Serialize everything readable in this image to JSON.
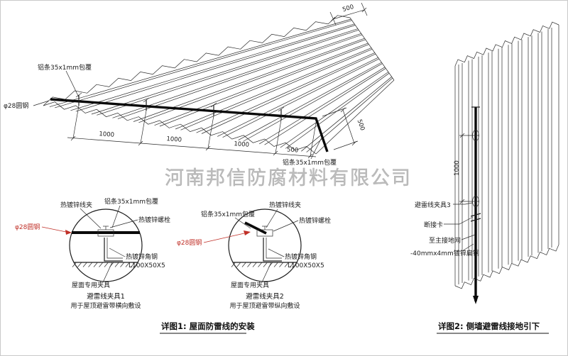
{
  "watermark": "河南邦信防腐材料有限公司",
  "roof_view": {
    "label_al_strip_top": "铝条35x1mm包覆",
    "label_al_strip_right": "铝条35x1mm包覆",
    "label_round_steel": "φ28圆钢",
    "dim_1000": "1000",
    "dim_500": "500"
  },
  "detail1": {
    "title": "避雷线夹具1",
    "subtitle": "用于屋顶避雷带横向敷设",
    "label_wire_clip": "热镀锌线夹",
    "label_al_strip": "铝条35x1mm包覆",
    "label_bolt": "热镀锌螺栓",
    "label_round_steel": "φ28圆钢",
    "label_angle_steel": "热镀锌角钢",
    "label_angle_spec": "L100X50X5",
    "label_roof_clamp": "屋面专用夹具"
  },
  "detail2": {
    "title": "避雷线夹具2",
    "subtitle": "用于屋顶避雷带纵向敷设",
    "label_wire_clip": "热镀锌线夹",
    "label_al_strip": "铝条35x1mm包覆",
    "label_bolt": "热镀锌螺栓",
    "label_round_steel": "φ28圆钢",
    "label_angle_steel": "热镀锌角钢",
    "label_angle_spec": "L100X50X5",
    "label_roof_clamp": "屋面专用夹具"
  },
  "wall_view": {
    "label_clamp3": "避雷线夹具3",
    "label_disconnect_card": "断接卡",
    "label_to_main_ground": "至主接地网",
    "label_flat_steel": "-40mmx4mm镀锌扁钢",
    "dim_1000": "1000"
  },
  "captions": {
    "detail1": "详图1: 屋面防雷线的安装",
    "detail2": "详图2: 侧墙避雷线接地引下"
  },
  "colors": {
    "line": "#1c1c1c",
    "red": "#c03028",
    "watermark": "#b2b2b2"
  }
}
